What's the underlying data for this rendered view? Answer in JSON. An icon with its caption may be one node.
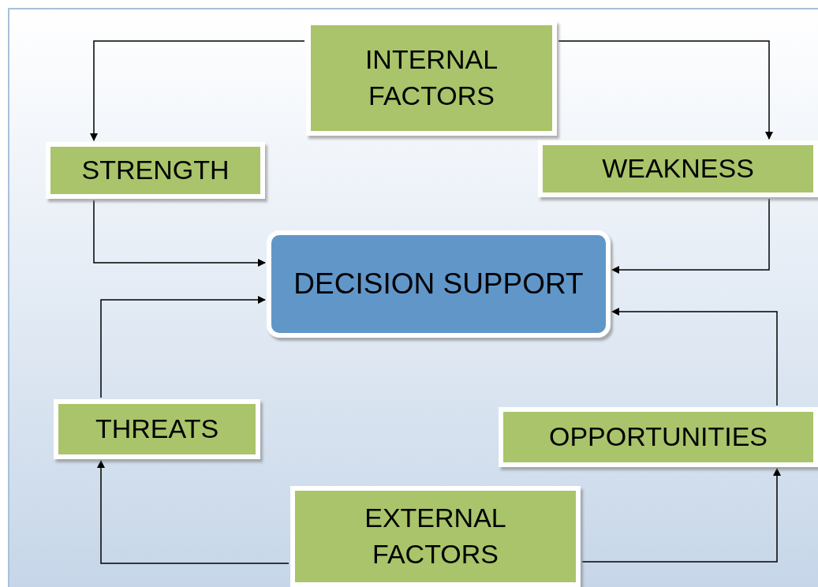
{
  "diagram": {
    "nodes": [
      {
        "text": [
          "INTERNAL FACTORS"
        ]
      },
      {
        "text": [
          "STRENGTH"
        ]
      },
      {
        "text": [
          "WEAKNESS"
        ]
      },
      {
        "text": [
          "DECISION SUPPORT"
        ]
      },
      {
        "text": [
          "THREATS"
        ]
      },
      {
        "text": [
          "OPPORTUNITIES"
        ]
      },
      {
        "text": [
          "EXTERNAL FACTORS"
        ]
      }
    ],
    "edges": [
      {
        "from": 0,
        "to": 1,
        "arrow": "to"
      },
      {
        "from": 0,
        "to": 2,
        "arrow": "to"
      },
      {
        "from": 1,
        "to": 3,
        "arrow": "to"
      },
      {
        "from": 2,
        "to": 3,
        "arrow": "to"
      },
      {
        "from": 4,
        "to": 3,
        "arrow": "to"
      },
      {
        "from": 5,
        "to": 3,
        "arrow": "to"
      },
      {
        "from": 6,
        "to": 4,
        "arrow": "to"
      },
      {
        "from": 6,
        "to": 5,
        "arrow": "to"
      }
    ]
  }
}
